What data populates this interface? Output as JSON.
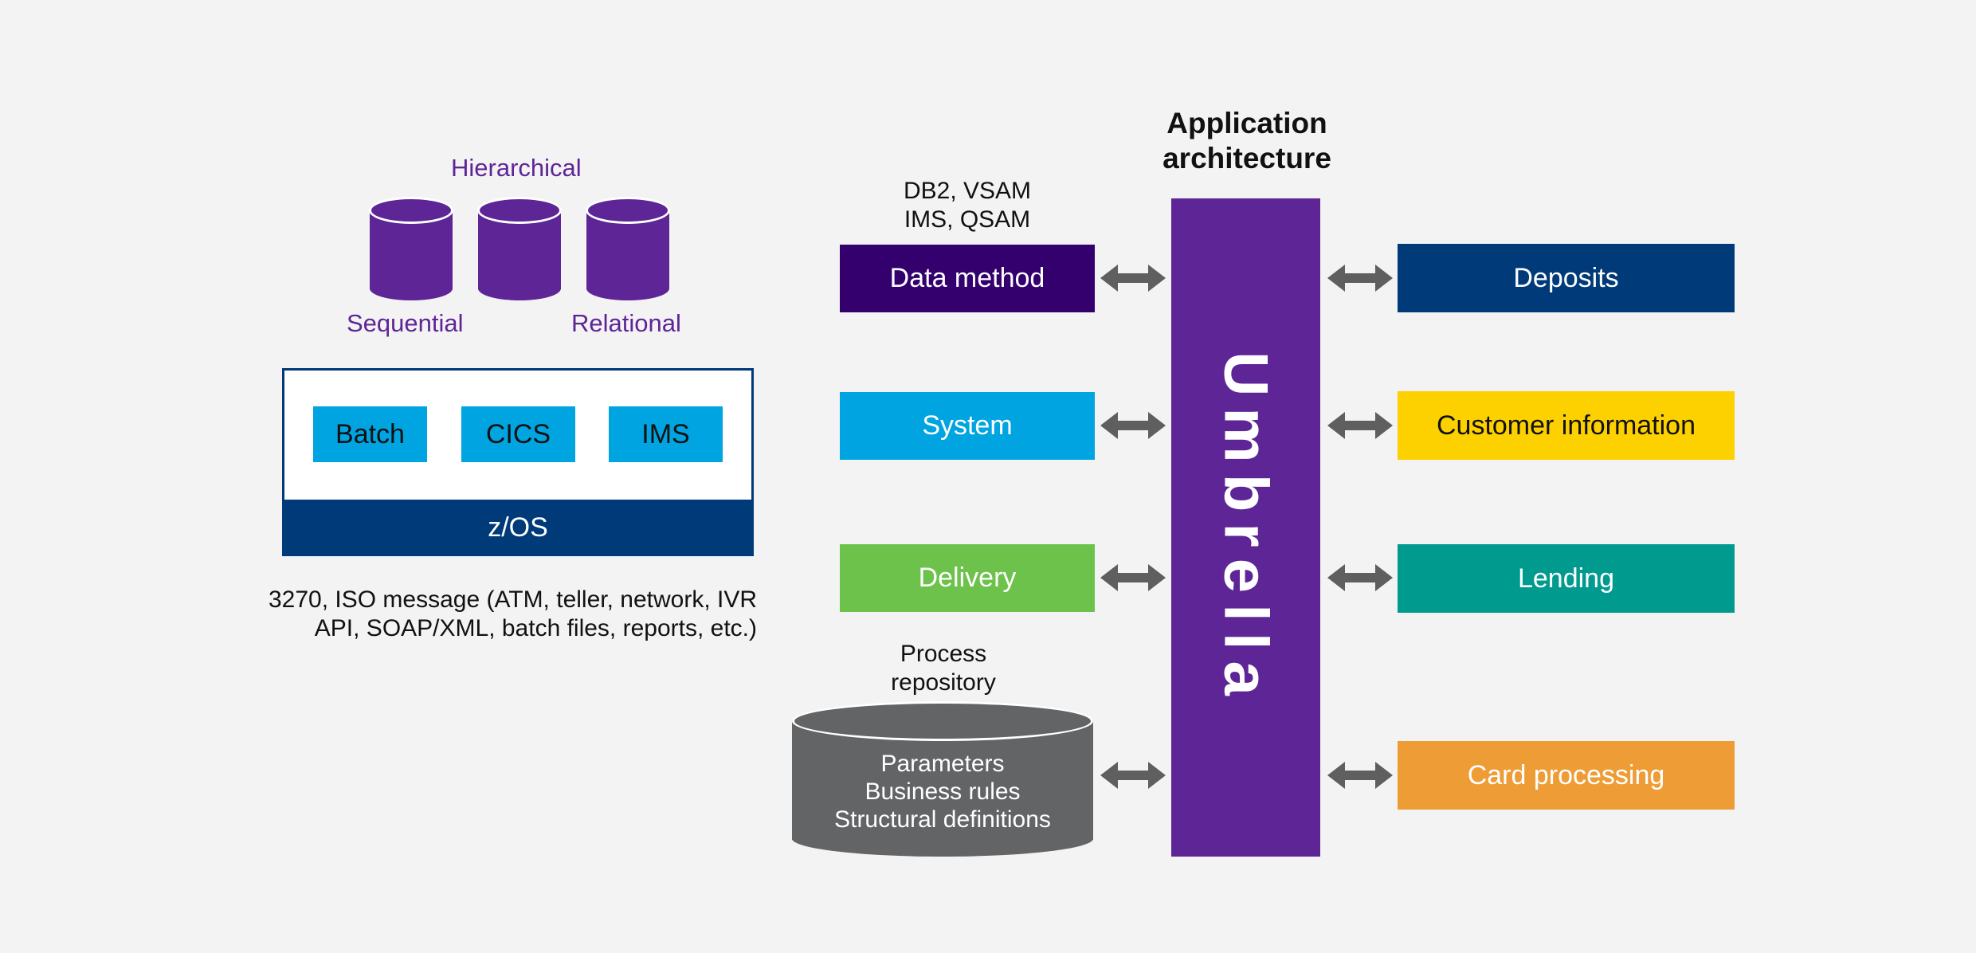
{
  "left": {
    "db_top_label": "Hierarchical",
    "db_left_label": "Sequential",
    "db_right_label": "Relational",
    "zos_label": "z/OS",
    "subsystems": [
      "Batch",
      "CICS",
      "IMS"
    ],
    "caption_line1": "3270, ISO message (ATM, teller, network, IVR",
    "caption_line2": "API, SOAP/XML, batch files, reports, etc.)"
  },
  "middle": {
    "data_method_caption_line1": "DB2, VSAM",
    "data_method_caption_line2": "IMS, QSAM",
    "data_method": "Data method",
    "system": "System",
    "delivery": "Delivery",
    "repo_caption_line1": "Process",
    "repo_caption_line2": "repository",
    "repo_line1": "Parameters",
    "repo_line2": "Business rules",
    "repo_line3": "Structural definitions"
  },
  "center": {
    "title_line1": "Application",
    "title_line2": "architecture",
    "umbrella": "Umbrella"
  },
  "right": {
    "deposits": "Deposits",
    "customer_information": "Customer information",
    "lending": "Lending",
    "card_processing": "Card processing"
  },
  "colors": {
    "purple": "#5e2597",
    "dark_purple": "#33006e",
    "navy": "#003a78",
    "cyan": "#00a4e1",
    "green": "#6cc24a",
    "yellow": "#fdd000",
    "teal": "#009a8e",
    "orange": "#ee9c36",
    "gray": "#636466",
    "arrow": "#5f5f5f"
  }
}
